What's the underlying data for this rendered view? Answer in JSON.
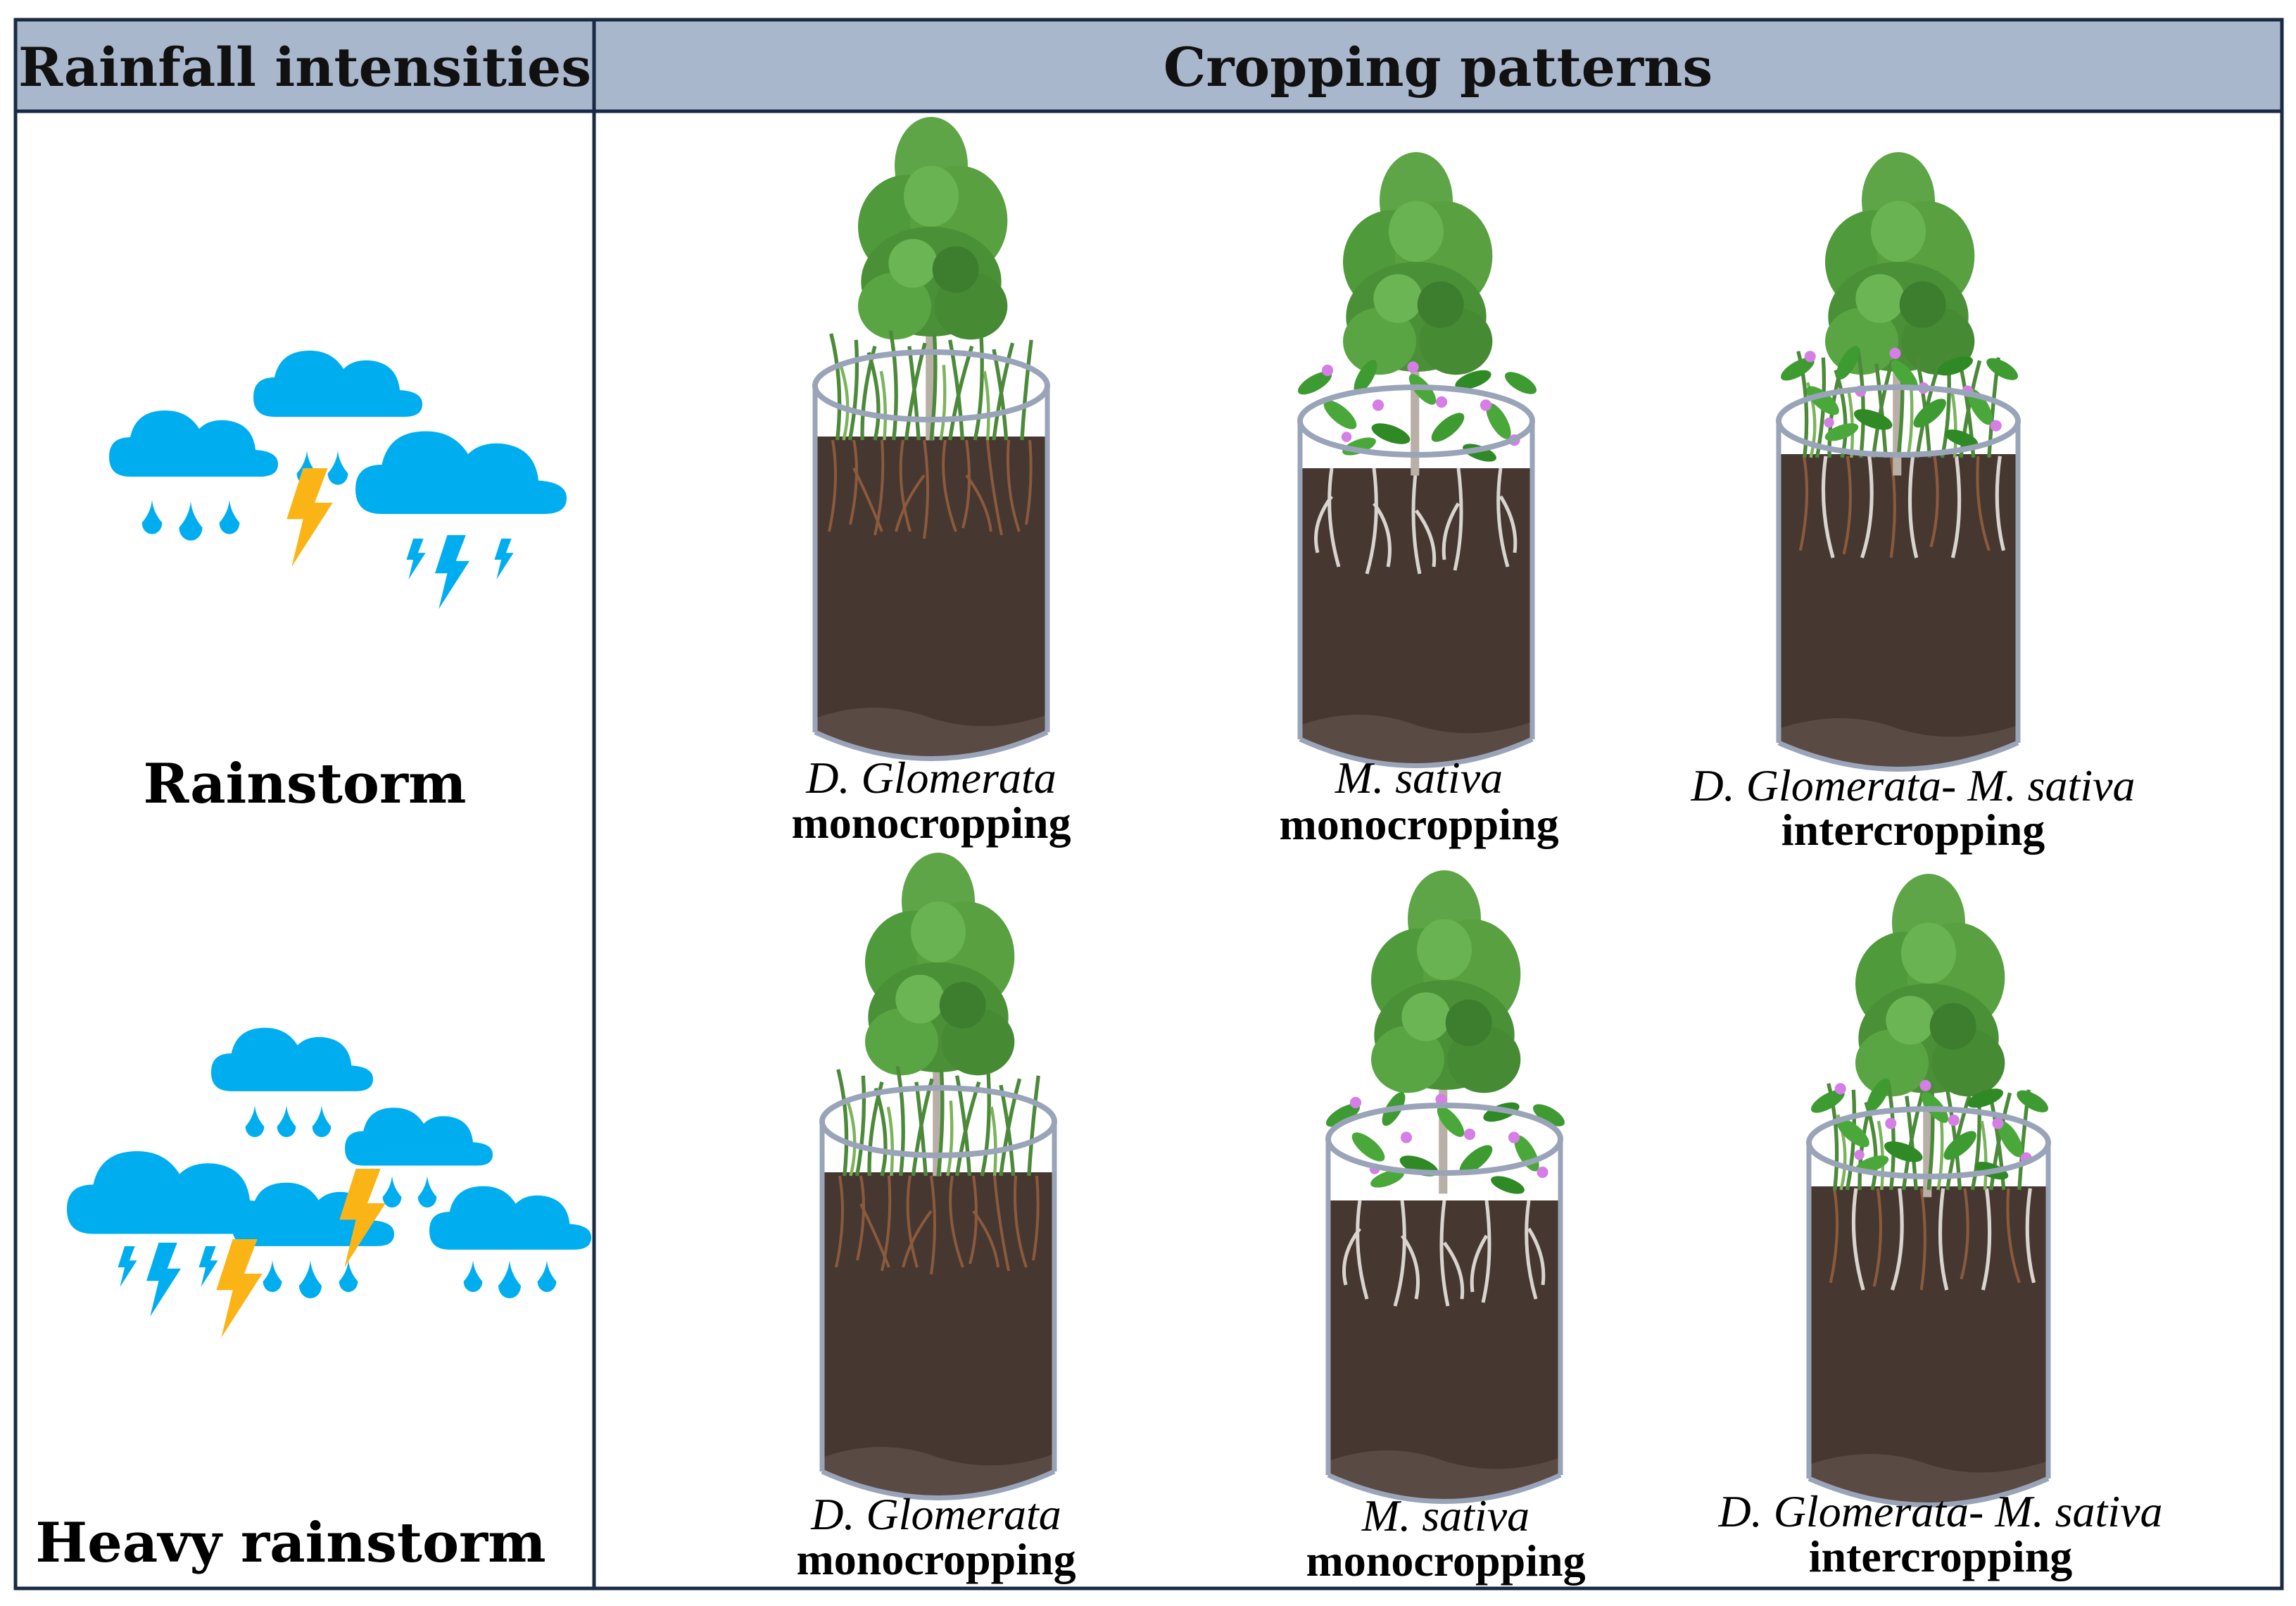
{
  "headers": {
    "left": "Rainfall intensities",
    "right": "Cropping patterns"
  },
  "rows": [
    {
      "label": "Rainstorm",
      "cells": [
        {
          "species": "D. Glomerata",
          "pattern": "monocropping"
        },
        {
          "species": "M. sativa",
          "pattern": "monocropping"
        },
        {
          "species": "D. Glomerata- M. sativa",
          "pattern": "intercropping"
        }
      ]
    },
    {
      "label": "Heavy rainstorm",
      "cells": [
        {
          "species": "D. Glomerata",
          "pattern": "monocropping"
        },
        {
          "species": "M. sativa",
          "pattern": "monocropping"
        },
        {
          "species": "D. Glomerata- M. sativa",
          "pattern": "intercropping"
        }
      ]
    }
  ],
  "icons": {
    "rain": "rain-cloud-icon",
    "storm": "thunderstorm-cloud-icon",
    "lightning": "lightning-bolt-icon",
    "tree": "tree-icon",
    "grass": "grass-icon",
    "alfalfa": "alfalfa-plant-icon",
    "pot": "soil-column-icon"
  },
  "colors": {
    "header_bg": "#a9b7cc",
    "border": "#1a2a44",
    "cloud": "#00aeef",
    "lightning": "#fbb416",
    "soil": "#463731",
    "soil_bottom": "#5a4a44",
    "pot_rim": "#9aa4b8",
    "tree_green": "#4f9a3a",
    "grass_green": "#4c8a3a",
    "alfalfa_green": "#3e9b32",
    "flower": "#d57ee6",
    "root_brown": "#8b5a3c",
    "root_gray": "#d9d4cf"
  }
}
